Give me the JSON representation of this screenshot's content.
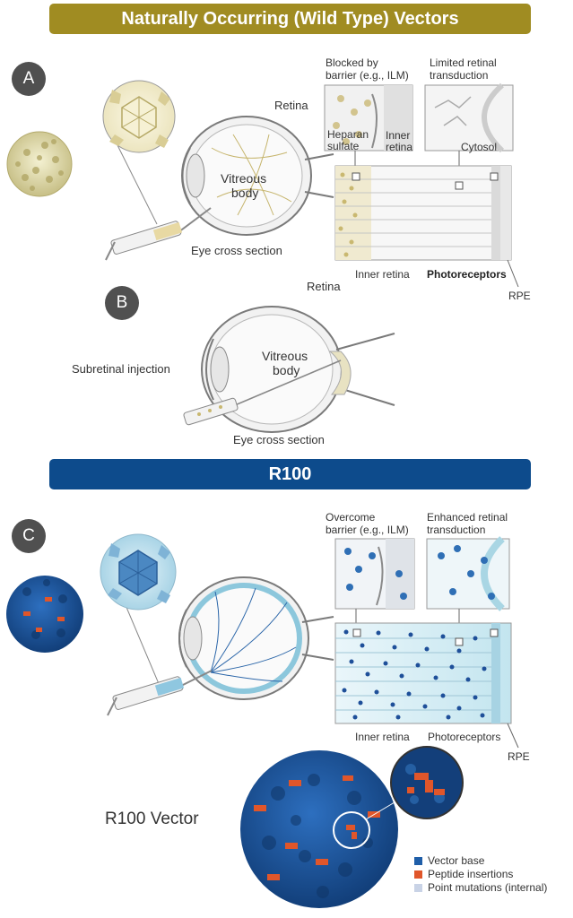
{
  "banner_top": {
    "title": "Naturally Occurring (Wild Type) Vectors",
    "color": "#a08c22"
  },
  "banner_mid": {
    "title": "R100",
    "color": "#0d4b8c"
  },
  "panel_a": {
    "letter": "A",
    "retina_label": "Retina",
    "vitreous_line1": "Vitreous",
    "vitreous_line2": "body",
    "eye_caption": "Eye cross section",
    "blocked_line1": "Blocked by",
    "blocked_line2": "barrier (e.g., ILM)",
    "limited_line1": "Limited retinal",
    "limited_line2": "transduction",
    "heparan_line1": "Heparan",
    "heparan_line2": "sulfate",
    "inner_line1": "Inner",
    "inner_line2": "retina",
    "cytosol": "Cytosol",
    "inner_retina": "Inner retina",
    "photoreceptors": "Photoreceptors",
    "rpe": "RPE"
  },
  "panel_b": {
    "letter": "B",
    "retina_label": "Retina",
    "vitreous_line1": "Vitreous",
    "vitreous_line2": "body",
    "injection": "Subretinal injection",
    "eye_caption": "Eye cross section"
  },
  "panel_c": {
    "letter": "C",
    "overcome_line1": "Overcome",
    "overcome_line2": "barrier (e.g., ILM)",
    "enhanced_line1": "Enhanced retinal",
    "enhanced_line2": "transduction",
    "inner_retina": "Inner retina",
    "photoreceptors": "Photoreceptors",
    "rpe": "RPE"
  },
  "vector": {
    "title": "R100 Vector",
    "legend": [
      {
        "label": "Vector base",
        "color": "#1f5ea8"
      },
      {
        "label": "Peptide insertions",
        "color": "#e0562a"
      },
      {
        "label": "Point mutations (internal)",
        "color": "#c9d3e6"
      }
    ]
  },
  "colors": {
    "wild_virus": "#e4e0b0",
    "wild_particle": "#c9b870",
    "r100_blue": "#1f5ea8",
    "r100_light": "#bfe3ee",
    "r100_dot": "#1e4f99"
  }
}
